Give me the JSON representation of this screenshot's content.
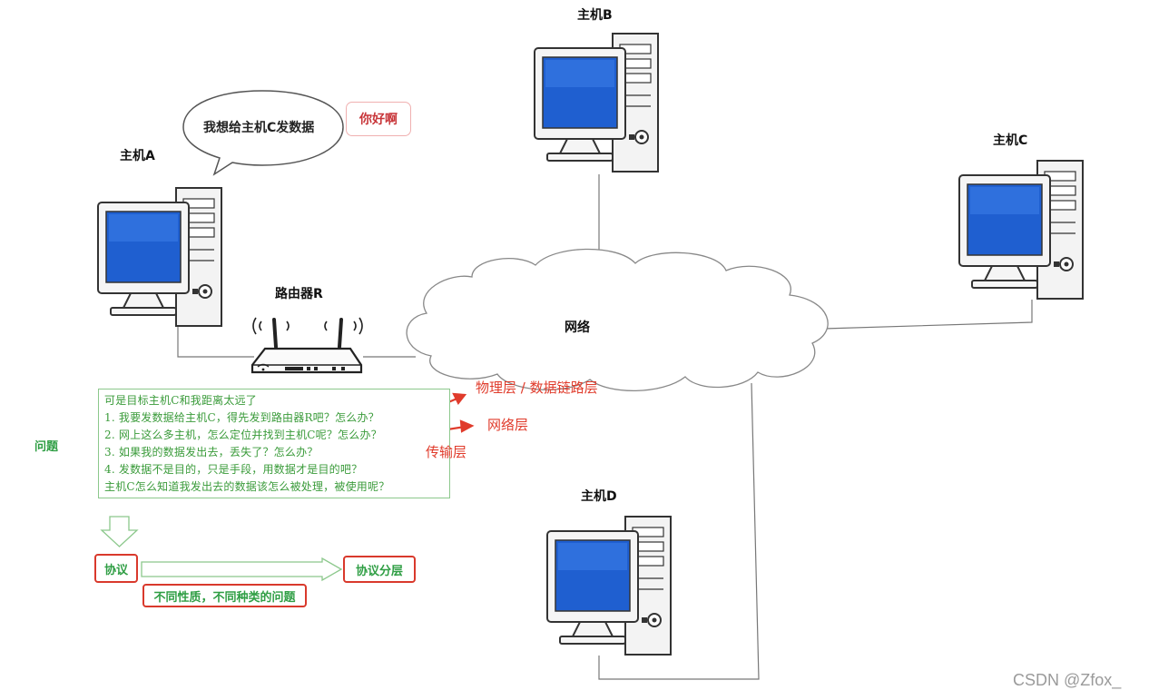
{
  "hosts": {
    "a": "主机A",
    "b": "主机B",
    "c": "主机C",
    "d": "主机D"
  },
  "router": {
    "label": "路由器R"
  },
  "network": {
    "label": "网络"
  },
  "speech": {
    "bubble": "我想给主机C发数据",
    "hello": "你好啊"
  },
  "questions": {
    "side_label": "问题",
    "lines": [
      "可是目标主机C和我距离太远了",
      "1.  我要发数据给主机C，得先发到路由器R吧？怎么办？",
      "2.  网上这么多主机，怎么定位并找到主机C呢？怎么办？",
      "3.  如果我的数据发出去，丢失了？怎么办？",
      "4.  发数据不是目的，只是手段，用数据才是目的吧？",
      "     主机C怎么知道我发出去的数据该怎么被处理，被使用呢？"
    ]
  },
  "layers": {
    "physical_datalink": "物理层 / 数据链路层",
    "network": "网络层",
    "transport": "传输层"
  },
  "protocol": {
    "protocol": "协议",
    "layering": "协议分层",
    "reason": "不同性质，不同种类的问题"
  },
  "watermark": "CSDN @Zfox_",
  "colors": {
    "accent_red": "#e03b2b",
    "green_text": "#2f9e44",
    "screen_blue": "#1f5fd0"
  }
}
